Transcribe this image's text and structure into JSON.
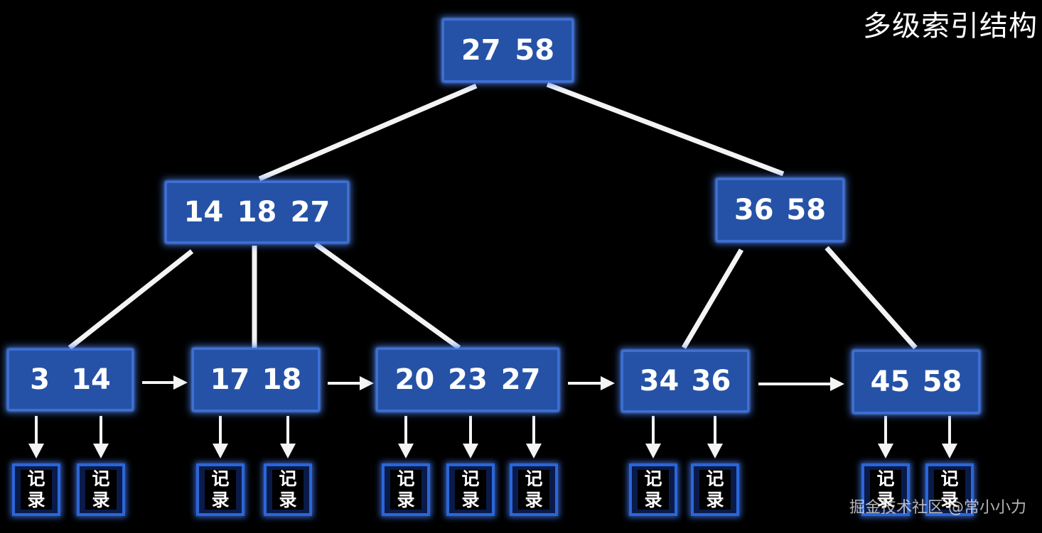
{
  "title": "多级索引结构",
  "watermark": "掘金技术社区 @常小小力",
  "colors": {
    "background": "#000000",
    "node_fill": "#2552a6",
    "node_glow": "#4a80ee",
    "edge": "#f4f4f4",
    "record_border": "#2b66d8",
    "text": "#ffffff"
  },
  "tree": {
    "root": {
      "keys": [
        "27",
        "58"
      ]
    },
    "internal": [
      {
        "keys": [
          "14",
          "18",
          "27"
        ]
      },
      {
        "keys": [
          "36",
          "58"
        ]
      }
    ],
    "leaves": [
      {
        "keys": [
          "3",
          "14"
        ]
      },
      {
        "keys": [
          "17",
          "18"
        ]
      },
      {
        "keys": [
          "20",
          "23",
          "27"
        ]
      },
      {
        "keys": [
          "34",
          "36"
        ]
      },
      {
        "keys": [
          "45",
          "58"
        ]
      }
    ]
  },
  "record": {
    "chars": [
      "记",
      "录"
    ]
  }
}
